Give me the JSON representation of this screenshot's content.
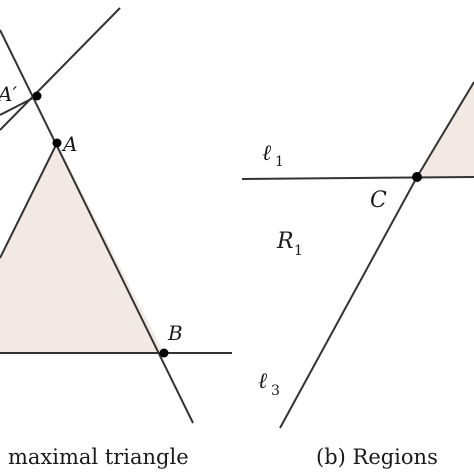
{
  "figure": {
    "fill_color": "#f2e8e4",
    "line_color": "#333333",
    "point_color": "#000000",
    "points": {
      "A_prime": "A′",
      "A": "A",
      "B": "B",
      "C": "C"
    },
    "lines": {
      "l1": {
        "letter": "ℓ",
        "sub": "1"
      },
      "l3": {
        "letter": "ℓ",
        "sub": "3"
      }
    },
    "regions": {
      "R1": {
        "letter": "R",
        "sub": "1"
      }
    },
    "captions": {
      "left": "maximal triangle",
      "right": "(b) Regions"
    }
  }
}
